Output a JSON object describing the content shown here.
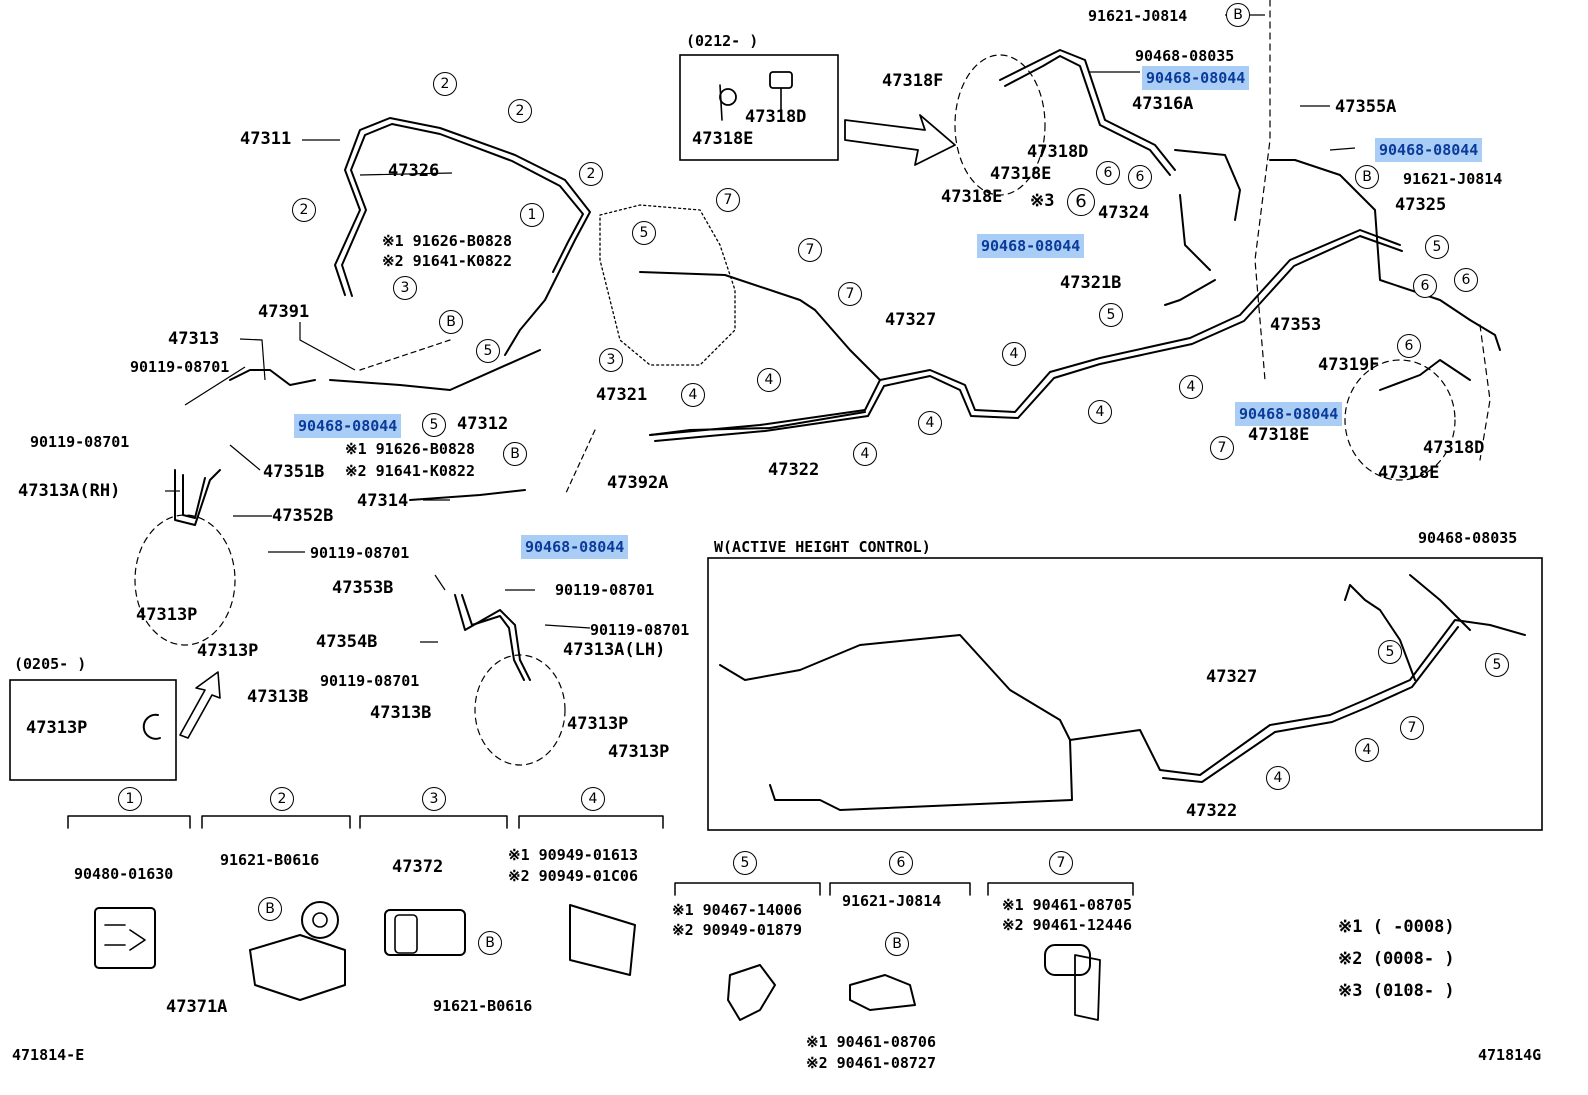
{
  "labels": {
    "d0212": "(0212-       )",
    "p47318D_inset": "47318D",
    "p47318E_inset": "47318E",
    "p91621J0814_top": "91621-J0814",
    "p90468_08035_top": "90468-08035",
    "p90468_08044_tr": "90468-08044",
    "p47318F_top": "47318F",
    "p47316A": "47316A",
    "p47355A": "47355A",
    "p90468_08044_r": "90468-08044",
    "p91621J0814_r": "91621-J0814",
    "p47318D_top": "47318D",
    "p47318E_top1": "47318E",
    "p47318E_top2": "47318E",
    "note3": "※3",
    "p47324": "47324",
    "p47325": "47325",
    "p90468_08044_mid": "90468-08044",
    "p47321B": "47321B",
    "p47353": "47353",
    "p47319F": "47319F",
    "p90468_08044_rl": "90468-08044",
    "p47318E_r1": "47318E",
    "p47318D_r": "47318D",
    "p47318E_r2": "47318E",
    "p90468_08035_r": "90468-08035",
    "p47311": "47311",
    "p47326": "47326",
    "n1_91626": "※1 91626-B0828",
    "n2_91641": "※2 91641-K0822",
    "p47391": "47391",
    "p47313": "47313",
    "p90119_a": "90119-08701",
    "p90468_08044_l": "90468-08044",
    "p90119_b": "90119-08701",
    "n1_91626_b": "※1 91626-B0828",
    "n2_91641_b": "※2 91641-K0822",
    "p47351B": "47351B",
    "p47313A_RH": "47313A(RH)",
    "p47314": "47314",
    "p47392A": "47392A",
    "p47352B": "47352B",
    "p90468_08044_c": "90468-08044",
    "p90119_c": "90119-08701",
    "p47353B": "47353B",
    "p90119_d": "90119-08701",
    "p47313P_a": "47313P",
    "p47313P_b": "47313P",
    "p47313B_a": "47313B",
    "p47354B": "47354B",
    "p90119_e": "90119-08701",
    "p47313A_LH": "47313A(LH)",
    "p90119_f": "90119-08701",
    "p47313B_b": "47313B",
    "p47313P_c": "47313P",
    "p47313P_d": "47313P",
    "d0205": "(0205-      )",
    "p47313P_inset": "47313P",
    "p47312": "47312",
    "p47321": "47321",
    "p47327": "47327",
    "p47322": "47322",
    "w_title": "W(ACTIVE HEIGHT CONTROL)",
    "p47327_w": "47327",
    "p47322_w": "47322",
    "leg1_part": "90480-01630",
    "leg2_part": "91621-B0616",
    "leg2_part2": "47371A",
    "leg3_part": "47372",
    "leg3_part2": "91621-B0616",
    "leg4_n1": "※1 90949-01613",
    "leg4_n2": "※2 90949-01C06",
    "leg5_n1": "※1 90467-14006",
    "leg5_n2": "※2 90949-01879",
    "leg6_part": "91621-J0814",
    "leg6_n1": "※1 90461-08706",
    "leg6_n2": "※2 90461-08727",
    "leg7_n1": "※1 90461-08705",
    "leg7_n2": "※2 90461-12446",
    "key1": "※1 (      -0008)",
    "key2": "※2 (0008-      )",
    "key3": "※3 (0108-      )",
    "code_left": "471814-E",
    "code_right": "471814G"
  },
  "markers": {
    "n1": "1",
    "n2": "2",
    "n3": "3",
    "n4": "4",
    "n5": "5",
    "n6": "6",
    "n7": "7",
    "B": "B"
  },
  "colors": {
    "highlight": "#a9cdf5",
    "highlight_text": "#0a3a9a",
    "ink": "#000000"
  }
}
